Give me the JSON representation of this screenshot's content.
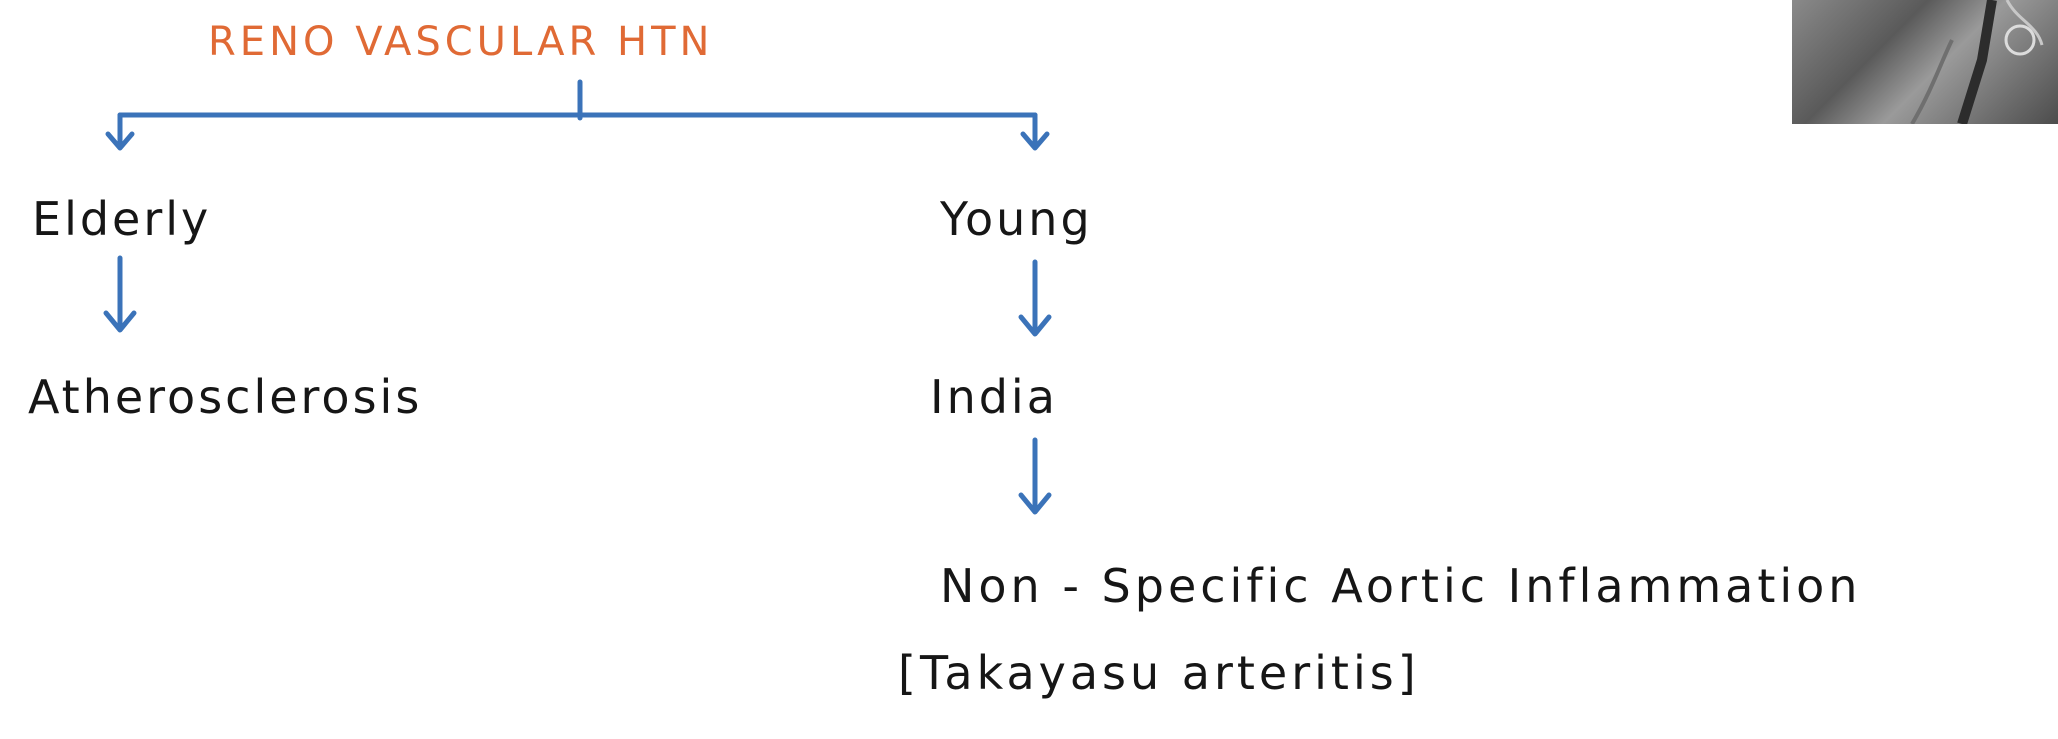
{
  "diagram": {
    "title": "RENO VASCULAR HTN",
    "nodes": {
      "elderly": "Elderly",
      "atherosclerosis": "Atherosclerosis",
      "young": "Young",
      "india": "India",
      "nonspecific": "Non - Specific Aortic Inflammation",
      "takayasu": "[Takayasu arteritis]"
    },
    "colors": {
      "title": "#e06a35",
      "arrows": "#3b73b9",
      "text": "#161616"
    }
  }
}
